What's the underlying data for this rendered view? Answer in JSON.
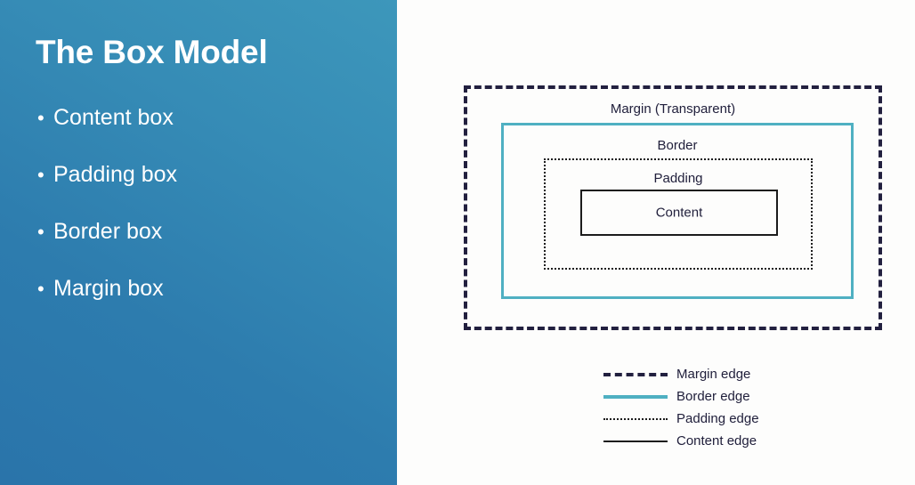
{
  "slide": {
    "title": "The Box Model",
    "background_gradient_from": "#2a74aa",
    "background_gradient_to": "#3d97bb",
    "panel_background": "#fdfdfc"
  },
  "bullets": [
    {
      "marker": "•",
      "label": "Content box"
    },
    {
      "marker": "•",
      "label": "Padding box"
    },
    {
      "marker": "•",
      "label": "Border box"
    },
    {
      "marker": "•",
      "label": "Margin box"
    }
  ],
  "diagram": {
    "margin_box": {
      "caption": "Margin (Transparent)",
      "line_style": "dashed",
      "color": "#22203f"
    },
    "border_box": {
      "caption": "Border",
      "line_style": "solid",
      "color": "#4fb0c2"
    },
    "padding_box": {
      "caption": "Padding",
      "line_style": "dotted",
      "color": "#1c1c1c"
    },
    "content_box": {
      "caption": "Content",
      "line_style": "solid",
      "color": "#1c1c1c"
    }
  },
  "legend": {
    "items": [
      {
        "label": "Margin edge",
        "style": "dashed",
        "color": "#22203f"
      },
      {
        "label": "Border edge",
        "style": "solid",
        "color": "#4fb0c2"
      },
      {
        "label": "Padding edge",
        "style": "dotted",
        "color": "#1c1c1c"
      },
      {
        "label": "Content edge",
        "style": "solid",
        "color": "#1c1c1c"
      }
    ]
  }
}
